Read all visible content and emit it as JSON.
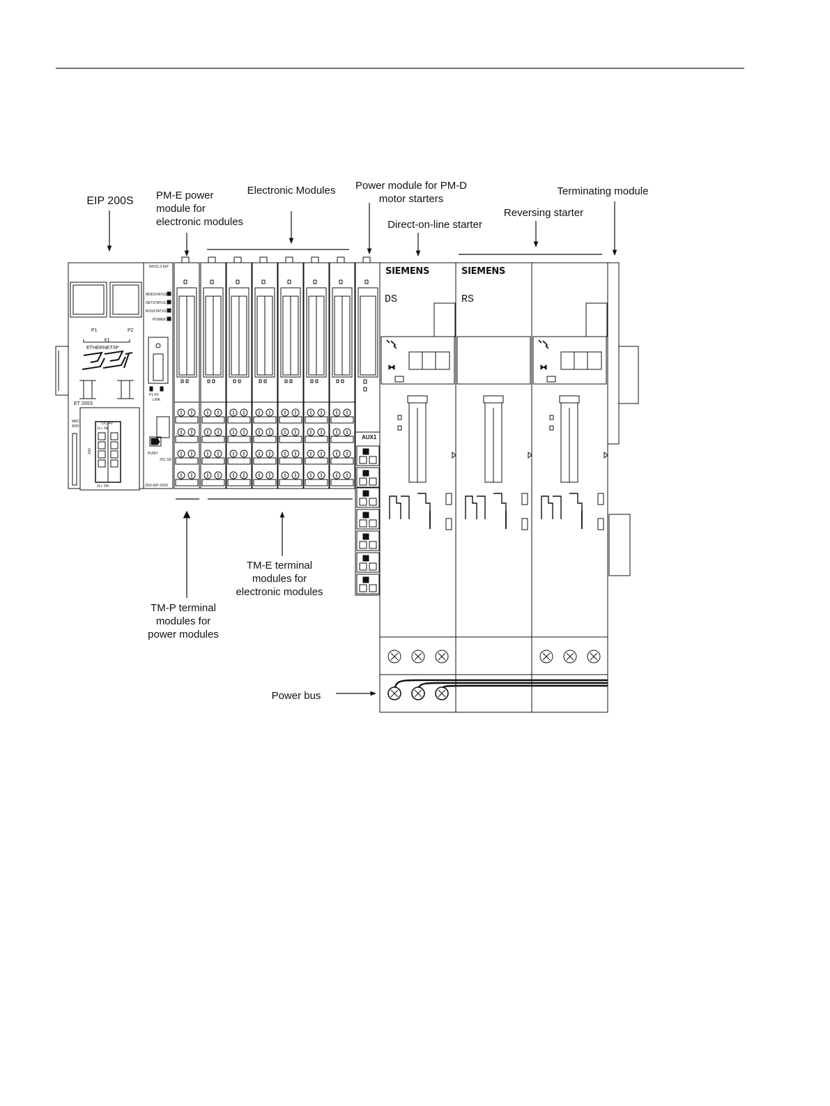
{
  "labels": {
    "eip": "EIP 200S",
    "pme": [
      "PM-E power",
      "module for",
      "electronic modules"
    ],
    "electronic": "Electronic Modules",
    "pmd": [
      "Power module for PM-D",
      "motor starters"
    ],
    "terminating": "Terminating module",
    "reversing": "Reversing starter",
    "dol": "Direct-on-line starter",
    "tme": [
      "TM-E terminal",
      "modules for",
      "electronic modules"
    ],
    "tmp": [
      "TM-P terminal",
      "modules for",
      "power modules"
    ],
    "powerbus": "Power bus"
  },
  "device": {
    "head": {
      "p1": "P1",
      "p2": "P2",
      "x1": "X1",
      "ethernet": "ETHERNET/IP",
      "brand": "SST",
      "et200s": "ET 200S",
      "mac": [
        "MAC",
        "ADD"
      ],
      "dc24": "DC24V",
      "supply_top": "1L+  1M",
      "supply_bottom": "2L+  2M",
      "x20": "X20"
    },
    "iface": {
      "top": "IM151-3 EIP",
      "leds": [
        "MODSTATUS",
        "NETSTATUS",
        "BOSSTATUS",
        "POWER"
      ],
      "link": [
        "P1  P2",
        "LINK"
      ],
      "push": "PUSH",
      "x51": "X51 SD",
      "bottom": "ZNX-EIP-200S"
    },
    "aux": "AUX1",
    "siemens": "SIEMENS",
    "ds": "DS",
    "rs": "RS"
  }
}
